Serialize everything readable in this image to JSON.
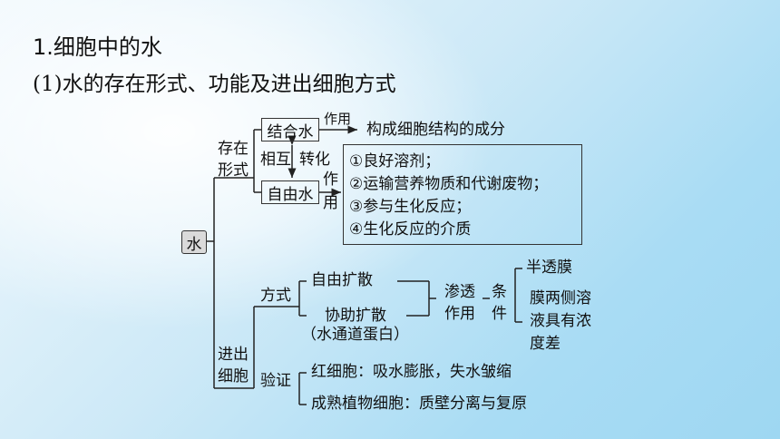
{
  "heading": "1.细胞中的水",
  "subheading": "(1)水的存在形式、功能及进出细胞方式",
  "diagram": {
    "root": "水",
    "branch_forms": "存在形式",
    "branch_forms_line1": "存在",
    "branch_forms_line2": "形式",
    "bound_water": "结合水",
    "bound_action": "作用",
    "bound_function": "构成细胞结构的成分",
    "mutual": "相互",
    "convert": "转化",
    "free_water": "自由水",
    "free_action_1": "作",
    "free_action_2": "用",
    "free_functions": [
      "①良好溶剂；",
      "②运输营养物质和代谢废物；",
      "③参与生化反应；",
      "④生化反应的介质"
    ],
    "branch_transport_line1": "进出",
    "branch_transport_line2": "细胞",
    "method": "方式",
    "simple_diffusion": "自由扩散",
    "facilitated_diffusion": "协助扩散",
    "facilitated_note": "（水通道蛋白）",
    "osmosis_line1": "渗透",
    "osmosis_line2": "作用",
    "condition_1": "条",
    "condition_2": "件",
    "condition_a": "半透膜",
    "condition_b_lines": [
      "膜两侧溶",
      "液具有浓",
      "度差"
    ],
    "verify": "验证",
    "rbc": "红细胞：吸水膨胀，失水皱缩",
    "plant_cell": "成熟植物细胞：质壁分离与复原"
  }
}
